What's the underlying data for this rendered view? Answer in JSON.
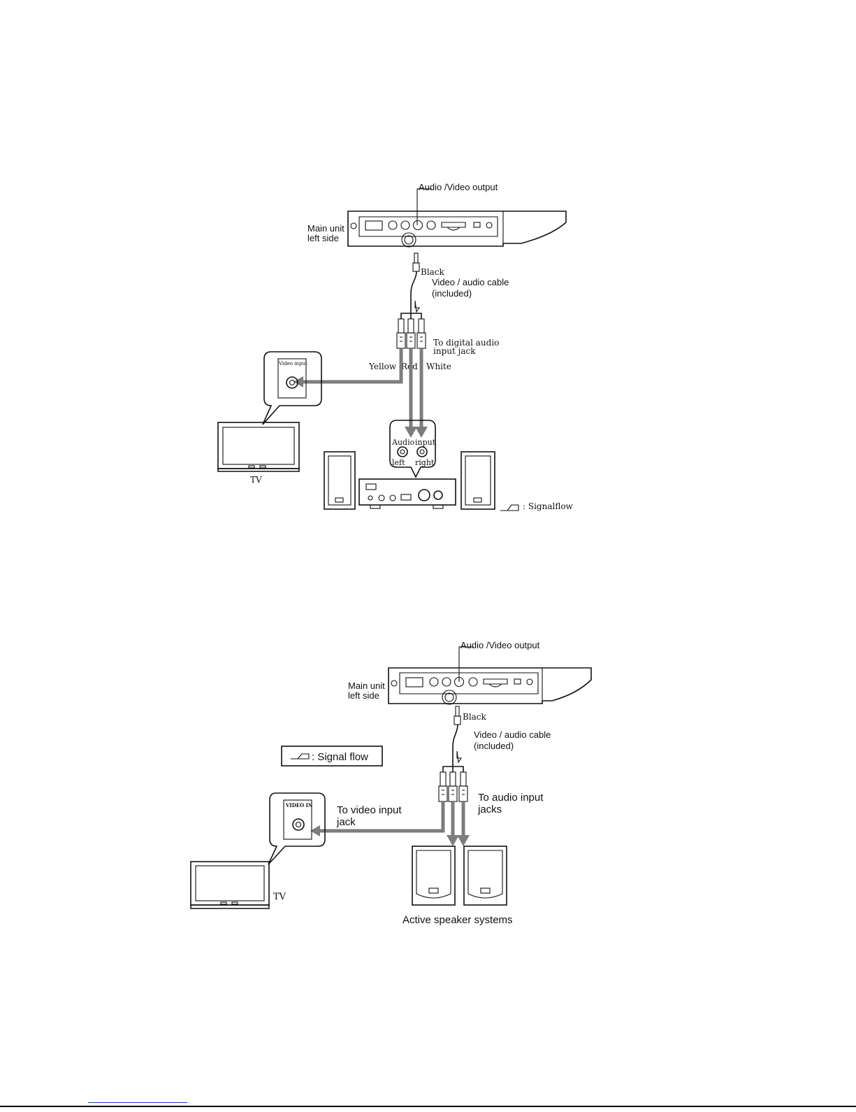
{
  "diagram1": {
    "label_av_output": "Audio /Video output",
    "label_main_unit_1": "Main unit",
    "label_main_unit_2": "left side",
    "label_black": "Black",
    "label_cable_1": "Video / audio cable",
    "label_cable_2": "(included)",
    "label_digital_1": "To digital audio",
    "label_digital_2": "input jack",
    "label_yellow": "Yellow",
    "label_red": "Red",
    "label_white": "White",
    "label_video_input": "Video input",
    "label_audio": "Audio",
    "label_input": "input",
    "label_left": "left",
    "label_right": "right",
    "label_tv": "TV",
    "label_signalflow": ": Signalflow"
  },
  "diagram2": {
    "label_av_output": "Audio /Video output",
    "label_main_unit_1": "Main unit",
    "label_main_unit_2": "left side",
    "label_black": "Black",
    "label_cable_1": "Video / audio cable",
    "label_cable_2": "(included)",
    "label_signal_flow": ": Signal  flow",
    "label_video_in": "VIDEO IN",
    "label_to_video_1": "To video input",
    "label_to_video_2": "jack",
    "label_to_audio_1": "To audio input",
    "label_to_audio_2": "jacks",
    "label_tv": "TV",
    "label_speakers": "Active speaker systems"
  },
  "colors": {
    "signal_arrow": "#7d7d7d",
    "line": "#111111",
    "link_underline": "#2233cc"
  }
}
